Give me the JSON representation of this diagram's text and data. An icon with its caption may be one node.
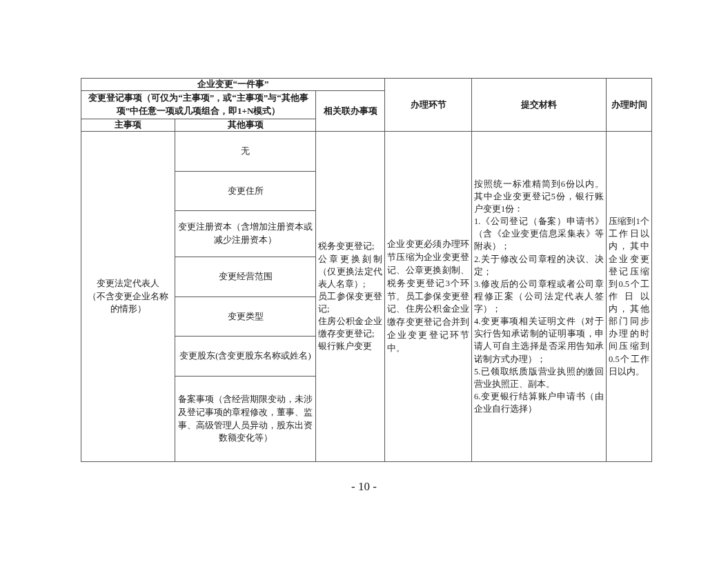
{
  "diagram": {
    "labels": [
      "企业变更“一件事”",
      "变更登记事项（可仅为“主事项”，或“主事项”与“其他事项”中任意一项或几项组合，即1+N模式）",
      "相关联办事项",
      "办理环节",
      "提交材料",
      "办理时间",
      "主事项",
      "其他事项",
      "变更法定代表人",
      "（不含变更企业名称的情形）",
      "无",
      "变更住所",
      "变更注册资本（含增加注册资本或减少注册资本）",
      "变更经营范围",
      "变更类型",
      "变更股东(含变更股东名称或姓名)",
      "备案事项（含经营期限变动，未涉及登记事项的章程修改，董事、监事、高级管理人员异动，股东出资数额变化等）",
      "税务变更登记;",
      "公章更换刻制（仅更换法定代表人名章）;",
      "员工参保变更登记;",
      "住房公积金企业缴存变更登记;",
      "银行账户变更",
      "企业变更必须办理环节压缩为企业变更登记、公章更换刻制、税务变更登记3个环节。员工参保变更登记、住房公积金企业缴存变更登记合并到企业变更登记环节中。",
      "按照统一标准精简到6份以内。其中企业变更登记5份，银行账户变更1份：",
      "1.《公司登记（备案）申请书》（含《企业变更信息采集表》等附表）；",
      "2.关于修改公司章程的决议、决定；",
      "3.修改后的公司章程或者公司章程修正案（公司法定代表人签字）；",
      "4.变更事项相关证明文件（对于实行告知承诺制的证明事项，申请人可自主选择是否采用告知承诺制方式办理）；",
      "5.已领取纸质版营业执照的缴回营业执照正、副本。",
      "6.变更银行结算账户申请书（由企业自行选择）",
      "压缩到1个工作日以内，其中企业变更登记压缩到0.5个工作日以内，其他部门同步办理的时间压缩到0.5个工作日以内。",
      "- 10 -"
    ]
  }
}
